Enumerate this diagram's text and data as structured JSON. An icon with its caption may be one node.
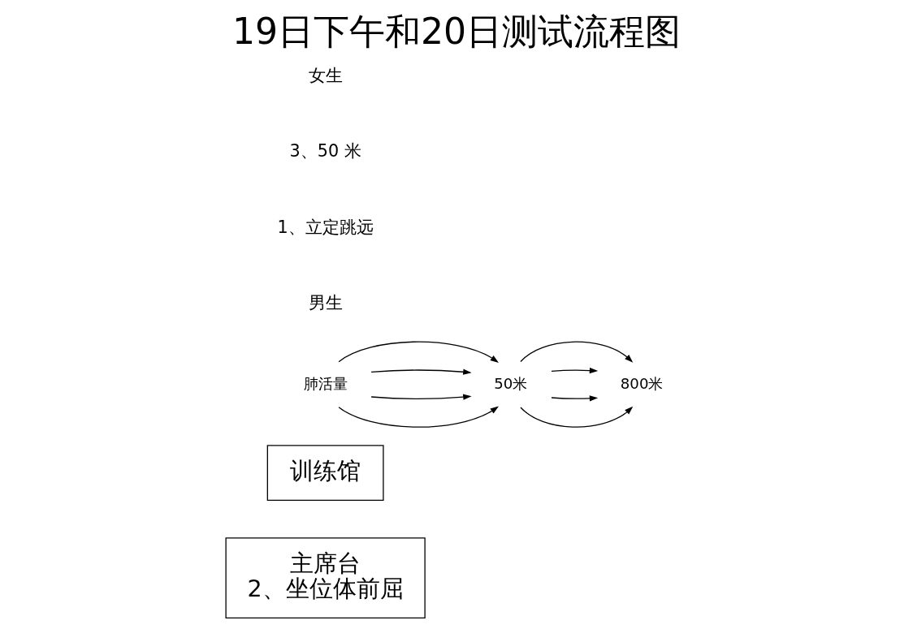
{
  "diagram": {
    "title": "19日下午和20日测试流程图",
    "nodes": [
      {
        "text": [
          "主席台",
          "2、坐位体前屈"
        ]
      },
      {
        "text": [
          "训练馆"
        ]
      },
      {
        "text": [
          "肺活量"
        ]
      },
      {
        "text": [
          "50米"
        ]
      },
      {
        "text": [
          "800米"
        ]
      }
    ],
    "edges": [
      {
        "from": 2,
        "to": 3,
        "arrow": "to"
      },
      {
        "from": 2,
        "to": 3,
        "arrow": "to"
      },
      {
        "from": 2,
        "to": 3,
        "arrow": "to"
      },
      {
        "from": 2,
        "to": 3,
        "arrow": "to"
      },
      {
        "from": 3,
        "to": 4,
        "arrow": "to"
      },
      {
        "from": 3,
        "to": 4,
        "arrow": "to"
      },
      {
        "from": 3,
        "to": 4,
        "arrow": "to"
      },
      {
        "from": 3,
        "to": 4,
        "arrow": "to"
      }
    ],
    "labels": [
      "男生",
      "1、立定跳远",
      "3、50 米",
      "女生"
    ]
  }
}
